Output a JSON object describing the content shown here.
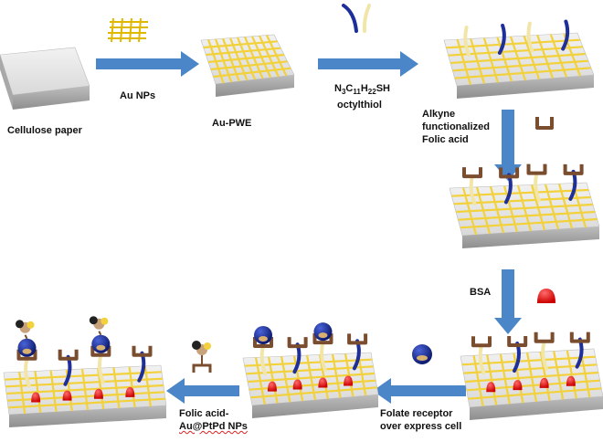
{
  "labels": {
    "cellulose": "Cellulose paper",
    "au_nps": "Au NPs",
    "au_pwe": "Au-PWE",
    "thiol_formula": "N3C11H22SH",
    "thiol_name": "octylthiol",
    "alkyne_lines": [
      "Alkyne",
      "functionalized",
      "Folic acid"
    ],
    "bsa": "BSA",
    "folate_lines": [
      "Folate receptor",
      "over express cell"
    ],
    "folic_np_line1": "Folic acid-",
    "folic_np_line2": "Au@PtPd NPs"
  },
  "colors": {
    "arrow": "#4a86c8",
    "gold": "#f2d13a",
    "platform": "#e4e4e4",
    "linker": "#7a4d2e",
    "receptor": "#1f2f9a",
    "bsa": "#e02020"
  }
}
